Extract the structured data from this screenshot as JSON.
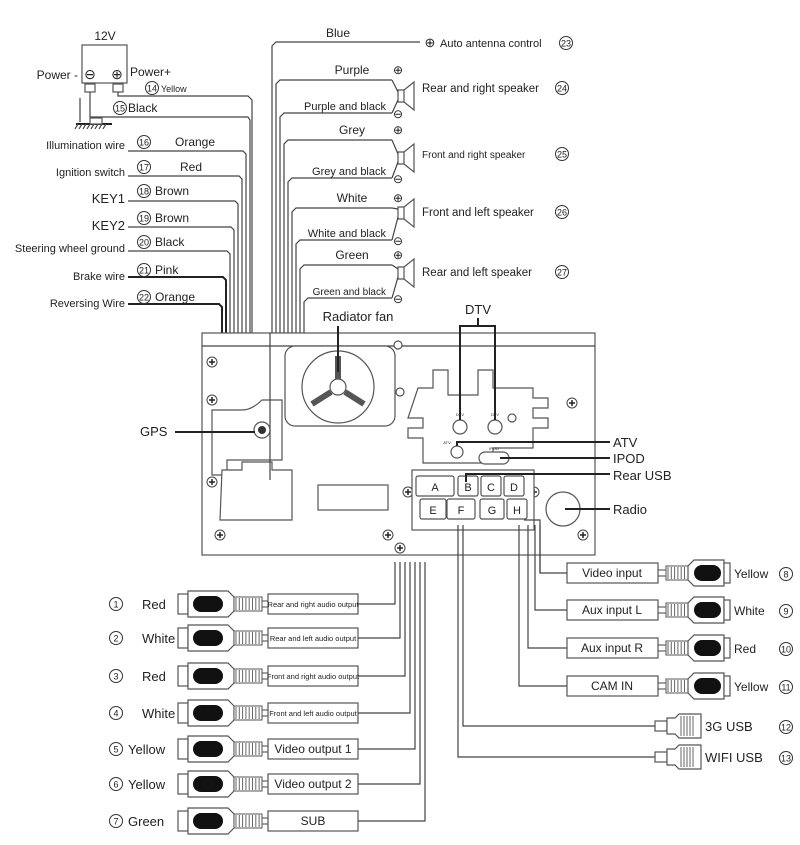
{
  "power": {
    "voltage": "12V",
    "minus_label": "Power -",
    "plus_label": "Power+",
    "minus_symbol": "⊖",
    "plus_symbol": "⊕"
  },
  "power_wires": [
    {
      "num": "14",
      "color": "Yellow"
    },
    {
      "num": "15",
      "color": "Black"
    }
  ],
  "left_wires": [
    {
      "num": "16",
      "color": "Orange",
      "label": "Illumination wire"
    },
    {
      "num": "17",
      "color": "Red",
      "label": "Ignition switch"
    },
    {
      "num": "18",
      "color": "Brown",
      "label": "KEY1"
    },
    {
      "num": "19",
      "color": "Brown",
      "label": "KEY2"
    },
    {
      "num": "20",
      "color": "Black",
      "label": "Steering wheel ground"
    },
    {
      "num": "21",
      "color": "Pink",
      "label": "Brake wire"
    },
    {
      "num": "22",
      "color": "Orange",
      "label": "Reversing Wire"
    }
  ],
  "antenna": {
    "color": "Blue",
    "symbol": "⊕",
    "label": "Auto antenna control",
    "num": "23"
  },
  "speakers": [
    {
      "plus_color": "Purple",
      "minus_color": "Purple and black",
      "label": "Rear and right speaker",
      "num": "24"
    },
    {
      "plus_color": "Grey",
      "minus_color": "Grey and black",
      "label": "Front and right speaker",
      "num": "25"
    },
    {
      "plus_color": "White",
      "minus_color": "White and black",
      "label": "Front and left speaker",
      "num": "26"
    },
    {
      "plus_color": "Green",
      "minus_color": "Green and black",
      "label": "Rear and left speaker",
      "num": "27"
    }
  ],
  "speaker_symbols": {
    "plus": "⊕",
    "minus": "⊖"
  },
  "unit": {
    "radiator_fan": "Radiator fan",
    "dtv": "DTV",
    "atv": "ATV",
    "ipod": "IPOD",
    "rear_usb": "Rear USB",
    "radio": "Radio",
    "gps": "GPS",
    "small_labels": [
      "DTV",
      "DTV",
      "ATV",
      "IPOD"
    ],
    "ports": [
      "A",
      "B",
      "C",
      "D",
      "E",
      "F",
      "G",
      "H"
    ]
  },
  "outputs": [
    {
      "num": "1",
      "color": "Red",
      "label": "Rear and right audio output"
    },
    {
      "num": "2",
      "color": "White",
      "label": "Rear and left audio output"
    },
    {
      "num": "3",
      "color": "Red",
      "label": "Front and right audio output"
    },
    {
      "num": "4",
      "color": "White",
      "label": "Front and left audio output"
    },
    {
      "num": "5",
      "color": "Yellow",
      "label": "Video output 1"
    },
    {
      "num": "6",
      "color": "Yellow",
      "label": "Video output 2"
    },
    {
      "num": "7",
      "color": "Green",
      "label": "SUB"
    }
  ],
  "inputs": [
    {
      "label": "Video input",
      "color": "Yellow",
      "num": "8"
    },
    {
      "label": "Aux input L",
      "color": "White",
      "num": "9"
    },
    {
      "label": "Aux input R",
      "color": "Red",
      "num": "10"
    },
    {
      "label": "CAM IN",
      "color": "Yellow",
      "num": "11"
    }
  ],
  "usb": [
    {
      "label": "3G  USB",
      "num": "12"
    },
    {
      "label": "WIFI  USB",
      "num": "13"
    }
  ]
}
